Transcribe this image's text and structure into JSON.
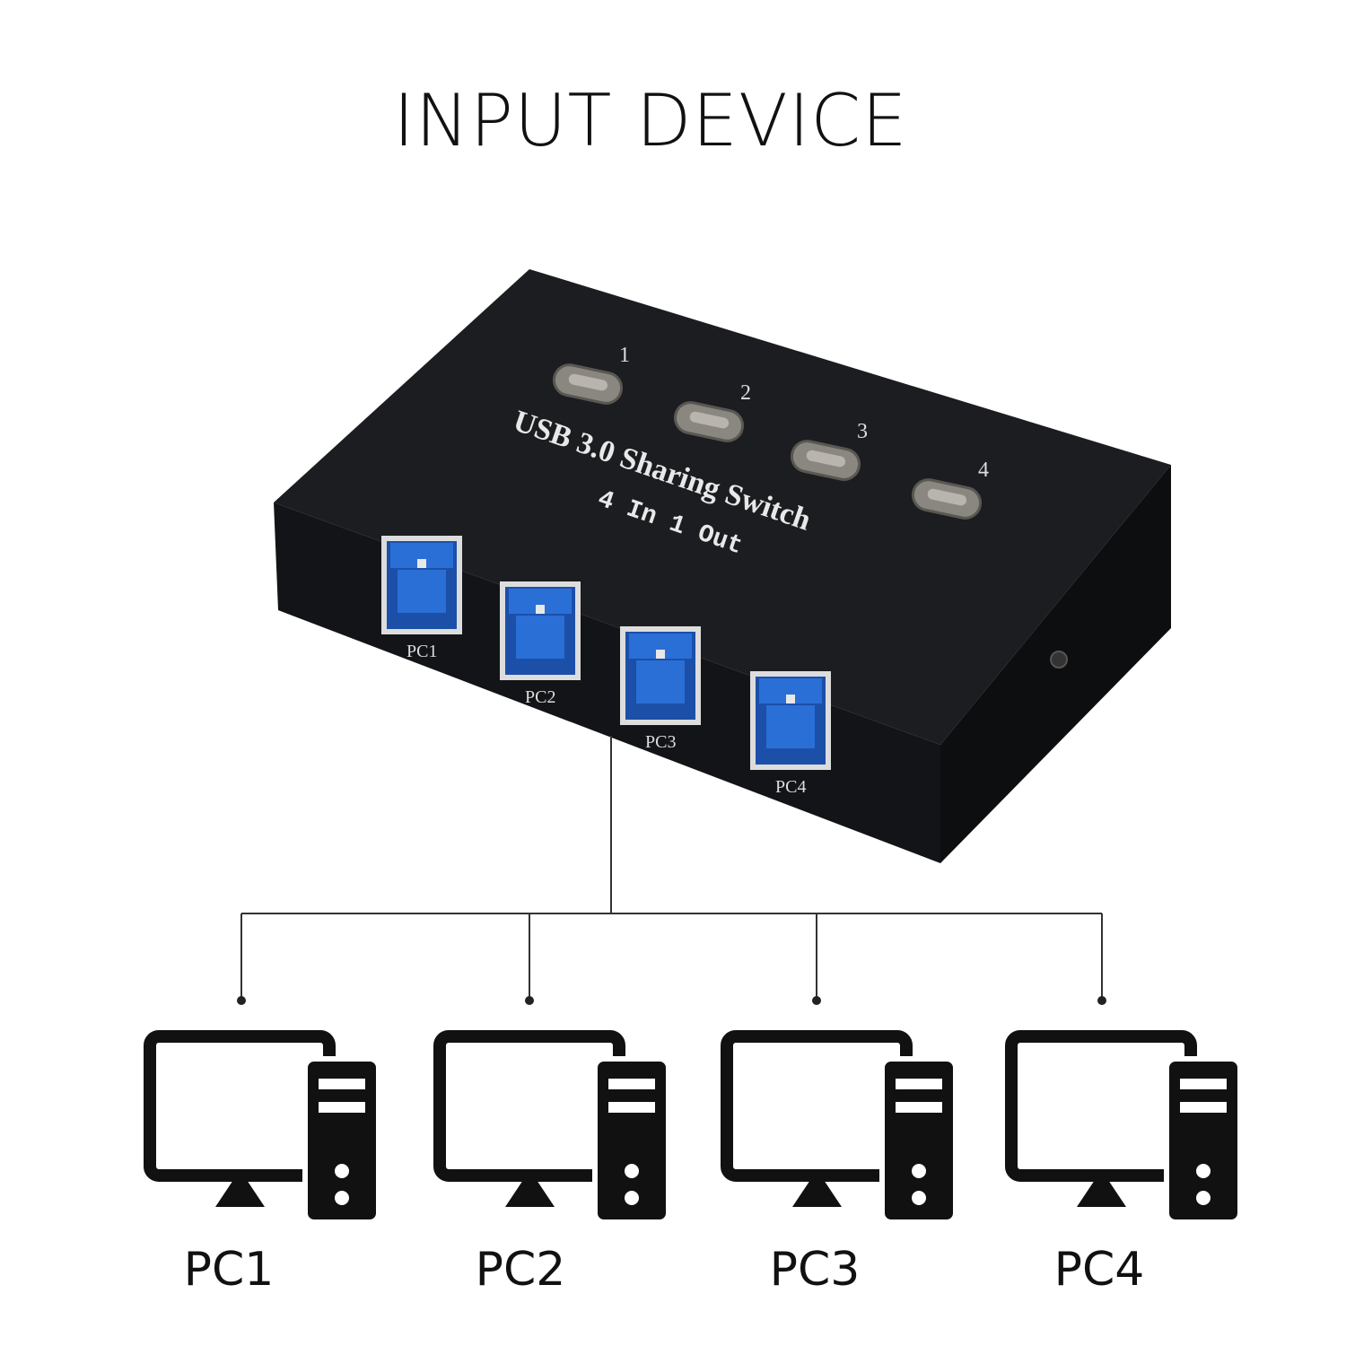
{
  "title": "INPUT DEVICE",
  "device": {
    "name_line1": "USB 3.0 Sharing Switch",
    "name_line2": "4 In 1 Out",
    "buttons": [
      "1",
      "2",
      "3",
      "4"
    ],
    "ports": [
      "PC1",
      "PC2",
      "PC3",
      "PC4"
    ],
    "body_color": "#141518",
    "port_color": "#2a6fd6"
  },
  "computers": [
    {
      "label": "PC1"
    },
    {
      "label": "PC2"
    },
    {
      "label": "PC3"
    },
    {
      "label": "PC4"
    }
  ]
}
